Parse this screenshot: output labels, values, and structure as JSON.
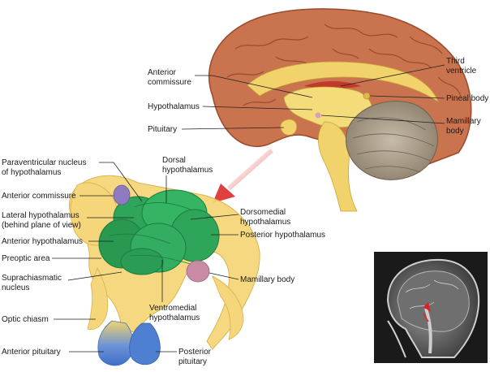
{
  "brain_labels": {
    "anterior_commissure": [
      "Anterior",
      "commissure"
    ],
    "hypothalamus": "Hypothalamus",
    "pituitary": "Pituitary",
    "third_ventricle": [
      "Third",
      "ventricle"
    ],
    "pineal_body": "Pineal body",
    "mamillary_body": [
      "Mamillary",
      "body"
    ]
  },
  "detail_labels": {
    "paraventricular": [
      "Paraventricular nucleus",
      "of hypothalamus"
    ],
    "anterior_commissure": "Anterior commissure",
    "lateral_hypothalamus": [
      "Lateral hypothalamus",
      "(behind plane of view)"
    ],
    "anterior_hypothalamus": "Anterior hypothalamus",
    "preoptic_area": "Preoptic area",
    "suprachiasmatic": [
      "Suprachiasmatic",
      "nucleus"
    ],
    "optic_chiasm": "Optic chiasm",
    "anterior_pituitary": "Anterior pituitary",
    "dorsal_hypothalamus": [
      "Dorsal",
      "hypothalamus"
    ],
    "dorsomedial": [
      "Dorsomedial",
      "hypothalamus"
    ],
    "posterior_hypothalamus": "Posterior hypothalamus",
    "mamillary_body": "Mamillary body",
    "ventromedial": [
      "Ventromedial",
      "hypothalamus"
    ],
    "posterior_pituitary": [
      "Posterior",
      "pituitary"
    ]
  },
  "colors": {
    "cortex": "#c9744f",
    "cortex_dark": "#9c4a2c",
    "midline": "#f2d36b",
    "cerebellum": "#a89a86",
    "hypothalamus": "#2fa55a",
    "hypothalamus_dark": "#1c7c3e",
    "pituitary": "#4f7fd0",
    "nucleus_purple": "#8f7bbf",
    "mamillary_pink": "#c98aa6",
    "arrow": "#e04040",
    "mri_bg": "#1a1a1a"
  }
}
